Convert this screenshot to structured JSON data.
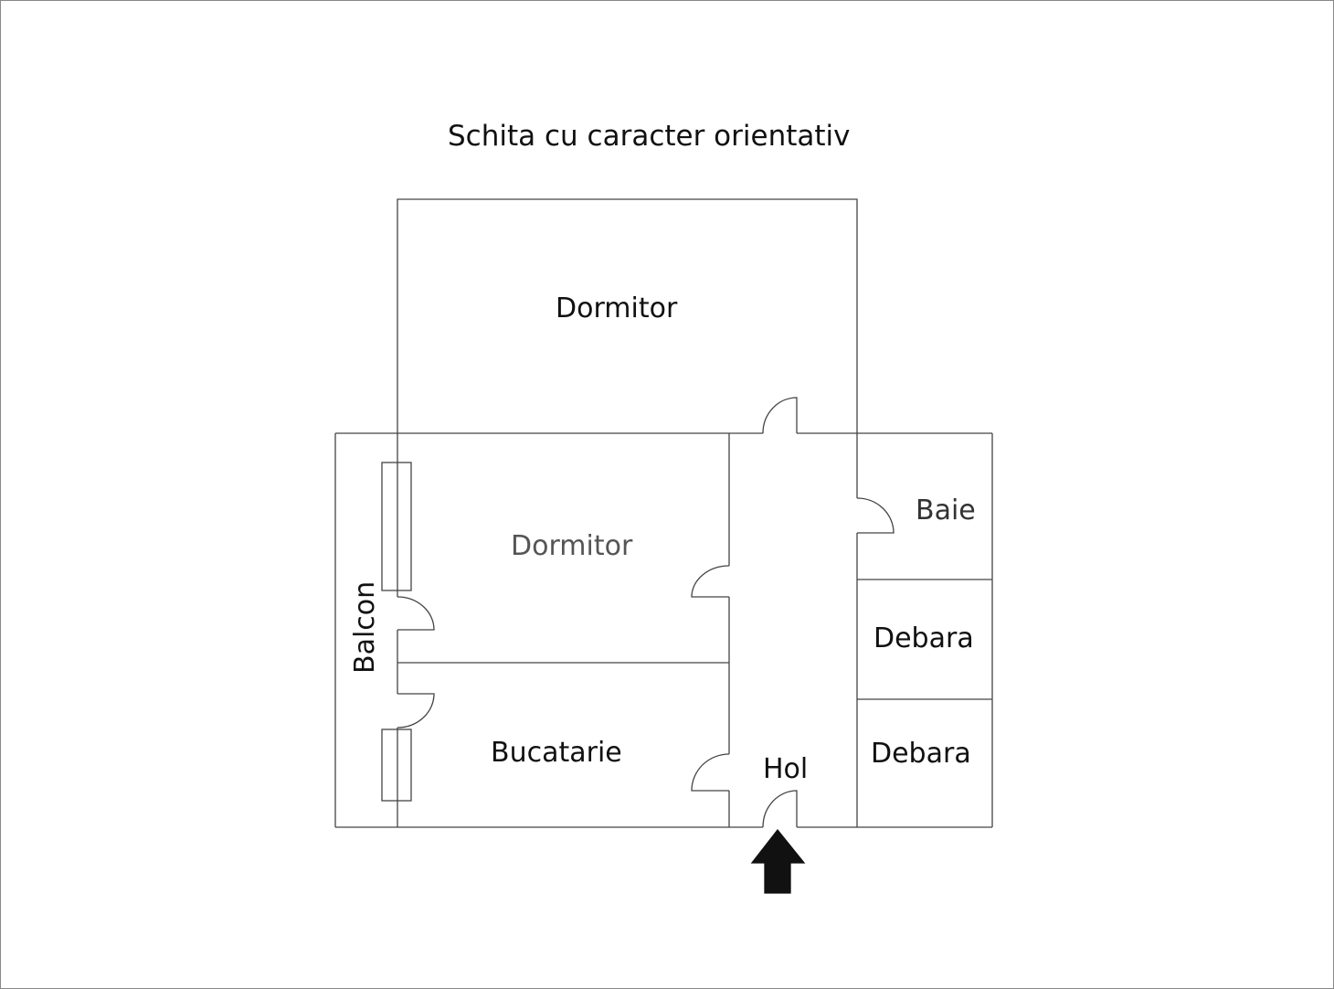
{
  "title": "Schita cu caracter orientativ",
  "rooms": {
    "dormitor_top": "Dormitor",
    "dormitor_middle": "Dormitor",
    "bucatarie": "Bucatarie",
    "hol": "Hol",
    "baie": "Baie",
    "debara_1": "Debara",
    "debara_2": "Debara",
    "balcon": "Balcon"
  },
  "colors": {
    "wall": "#444444",
    "arrow": "#111111",
    "label": "#111111",
    "label_gray": "#555555"
  }
}
